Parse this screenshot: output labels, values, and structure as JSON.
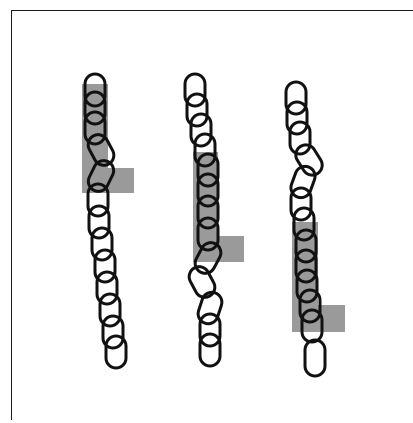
{
  "figure": {
    "colors": {
      "background": "#ffffff",
      "outline": "#111111",
      "highlight": "#9a9a9a"
    },
    "chains": [
      {
        "name": "chain-left",
        "link_count": 13,
        "highlight_overlaps_links": 6
      },
      {
        "name": "chain-middle",
        "link_count": 13,
        "highlight_overlaps_links": 6
      },
      {
        "name": "chain-right",
        "link_count": 13,
        "highlight_overlaps_links": 6
      }
    ]
  }
}
